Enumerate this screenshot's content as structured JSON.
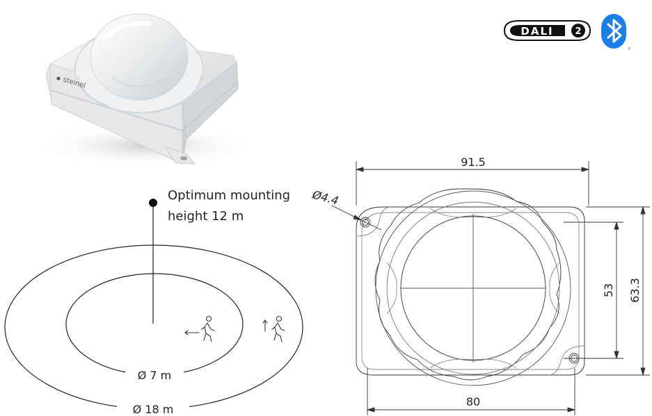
{
  "logos": {
    "dali_text": "DALI",
    "dali_version": "2",
    "bluetooth": "bluetooth-icon"
  },
  "product": {
    "brand_text": "steinel"
  },
  "detection": {
    "mount_label_line1": "Optimum mounting",
    "mount_label_line2": "height 12 m",
    "inner_label": "Ø 7 m",
    "outer_label": "Ø 18 m",
    "walk_across_icon": "person-walking-across-icon",
    "walk_toward_icon": "person-walking-toward-icon"
  },
  "dimensions": {
    "width_overall": "91.5",
    "hole_diameter": "Ø4.4",
    "height_inner": "53",
    "height_overall": "63.3",
    "width_bottom": "80"
  }
}
